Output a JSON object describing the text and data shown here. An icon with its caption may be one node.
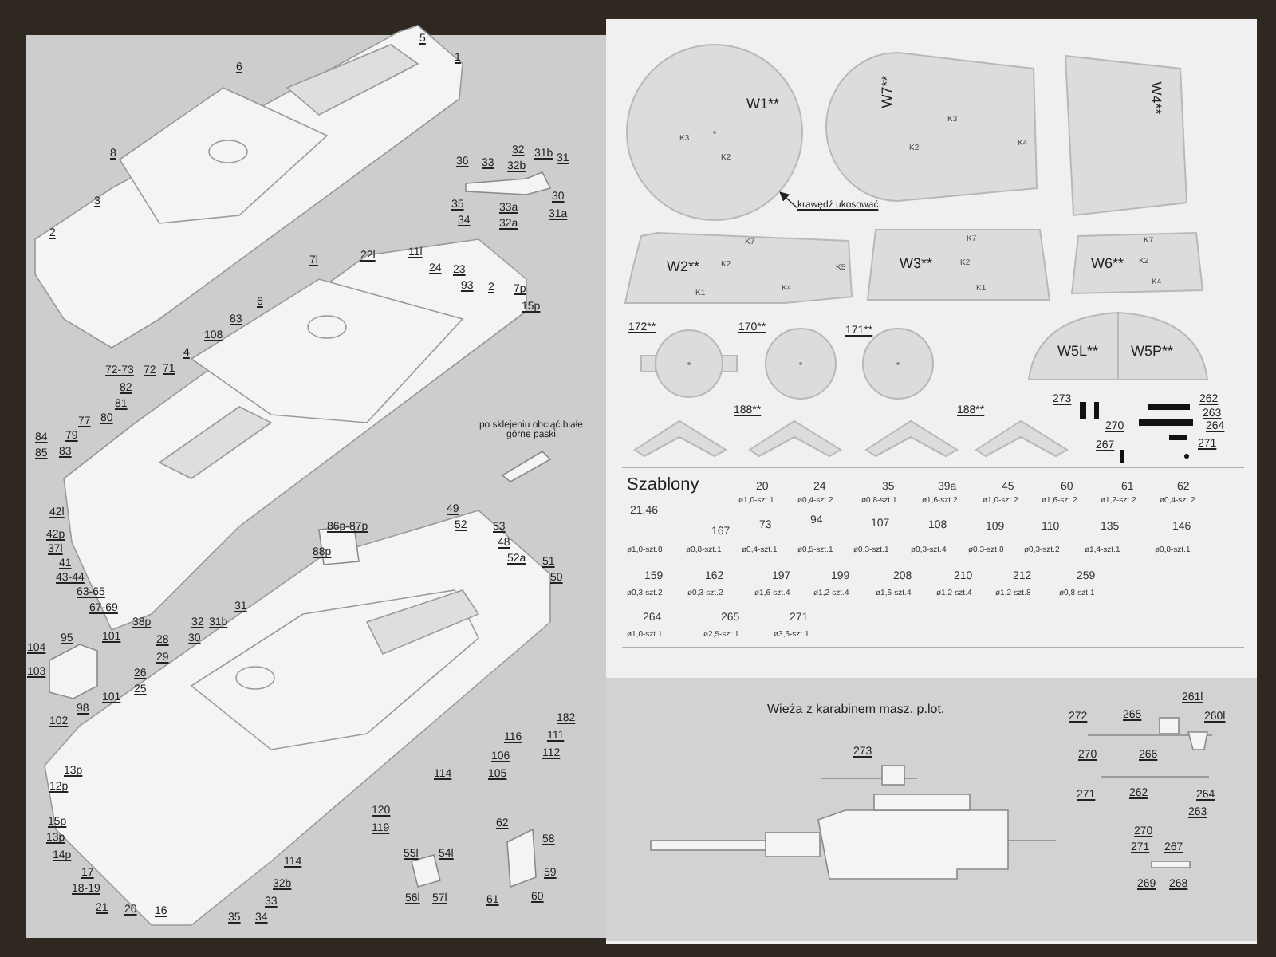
{
  "diagram": {
    "nodes": [
      {
        "text": [
          "W1**",
          "K3",
          "K2"
        ]
      },
      {
        "text": [
          "W7**",
          "K3",
          "K2",
          "K4"
        ]
      },
      {
        "text": [
          "W4**"
        ]
      },
      {
        "text": [
          "W2**",
          "K7",
          "K2",
          "K1",
          "K4",
          "K5"
        ]
      },
      {
        "text": [
          "W3**",
          "K7",
          "K2",
          "K1"
        ]
      },
      {
        "text": [
          "W6**",
          "K7",
          "K2",
          "K4"
        ]
      },
      {
        "text": [
          "172**"
        ]
      },
      {
        "text": [
          "170**"
        ]
      },
      {
        "text": [
          "171**"
        ]
      },
      {
        "text": [
          "W5L**"
        ]
      },
      {
        "text": [
          "W5P**"
        ]
      },
      {
        "text": [],
        "shape": "chevron"
      },
      {
        "text": [],
        "shape": "chevron"
      },
      {
        "text": [],
        "shape": "chevron"
      },
      {
        "text": [],
        "shape": "chevron"
      },
      {
        "text": [
          "krawędź ukosować"
        ]
      }
    ],
    "edges": [
      {
        "from": 15,
        "to": 0,
        "arrow": "to"
      }
    ],
    "labels": [
      "6",
      "5",
      "1",
      "8",
      "3",
      "2",
      "36",
      "33",
      "32",
      "32b",
      "31b",
      "31",
      "35",
      "33a",
      "30",
      "31a",
      "34",
      "32a",
      "7l",
      "22l",
      "11l",
      "24",
      "23",
      "93",
      "2",
      "7p",
      "15p",
      "6",
      "83",
      "108",
      "4",
      "72-73",
      "72",
      "71",
      "82",
      "81",
      "77",
      "80",
      "84",
      "79",
      "85",
      "83",
      "po sklejeniu obciąć białe górne paski",
      "42l",
      "42p",
      "37l",
      "41",
      "43-44",
      "63-65",
      "67-69",
      "38p",
      "86p-87p",
      "49",
      "52",
      "53",
      "48",
      "88p",
      "52a",
      "51",
      "50",
      "31",
      "32",
      "31b",
      "104",
      "95",
      "101",
      "28",
      "30",
      "29",
      "103",
      "26",
      "25",
      "101",
      "98",
      "102",
      "182",
      "116",
      "111",
      "112",
      "106",
      "13p",
      "114",
      "105",
      "12p",
      "120",
      "15p",
      "62",
      "119",
      "13p",
      "58",
      "14p",
      "55l",
      "54l",
      "114",
      "17",
      "59",
      "32b",
      "18-19",
      "56l",
      "57l",
      "61",
      "60",
      "33",
      "21",
      "20",
      "16",
      "35",
      "34",
      "188**",
      "188**",
      "273",
      "262",
      "263",
      "270",
      "264",
      "267",
      "271",
      "Szablony",
      "20",
      "ø1,0-szt.1",
      "24",
      "ø0,4-szt.2",
      "35",
      "ø0,8-szt.1",
      "39a",
      "ø1,6-szt.2",
      "45",
      "ø1,0-szt.2",
      "60",
      "ø1,6-szt.2",
      "61",
      "ø1,2-szt.2",
      "62",
      "ø0,4-szt.2",
      "21,46",
      "ø1,0-szt.8",
      "167",
      "ø0,8-szt.1",
      "73",
      "ø0,4-szt.1",
      "94",
      "ø0,5-szt.1",
      "107",
      "ø0,3-szt.1",
      "108",
      "ø0,3-szt.4",
      "109",
      "ø0,3-szt.8",
      "110",
      "ø0,3-szt.2",
      "135",
      "ø1,4-szt.1",
      "146",
      "ø0,8-szt.1",
      "159",
      "ø0,3-szt.2",
      "162",
      "ø0,3-szt.2",
      "197",
      "ø1,6-szt.4",
      "199",
      "ø1,2-szt.4",
      "208",
      "ø1,6-szt.4",
      "210",
      "ø1,2-szt.4",
      "212",
      "ø1,2-szt.8",
      "259",
      "ø0,8-szt.1",
      "264",
      "ø1,0-szt.1",
      "265",
      "ø2,5-szt.1",
      "271",
      "ø3,6-szt.1",
      "Wieża z karabinem masz. p.lot.",
      "273",
      "272",
      "265",
      "261l",
      "260l",
      "270",
      "266",
      "271",
      "262",
      "264",
      "263",
      "270",
      "271",
      "267",
      "269",
      "268"
    ]
  }
}
